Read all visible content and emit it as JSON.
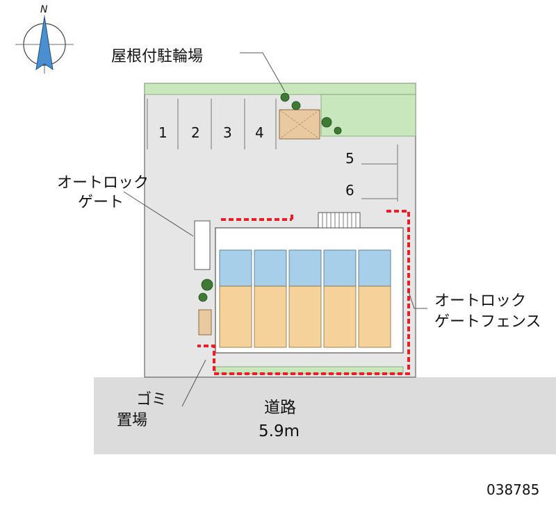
{
  "compass": {
    "north_label": "N"
  },
  "labels": {
    "bicycle_parking": "屋根付駐輪場",
    "autolock_gate_line1": "オートロック",
    "autolock_gate_line2": "ゲート",
    "autolock_fence_line1": "オートロック",
    "autolock_fence_line2": "ゲートフェンス",
    "garbage_line1": "ゴミ",
    "garbage_line2": "置場"
  },
  "road": {
    "name": "道路",
    "width": "5.9m"
  },
  "parking_slots": [
    "1",
    "2",
    "3",
    "4",
    "5",
    "6"
  ],
  "property_code": "038785",
  "colors": {
    "lot": "#e4e4e4",
    "road": "#dcdcdc",
    "greenery": "#b8e0a8",
    "tree": "#3f7a35",
    "bike_roof": "#e9c9a0",
    "room": "#f4d29a",
    "bath": "#a7cfea",
    "fence": "#ee1c24",
    "line": "#555555"
  }
}
